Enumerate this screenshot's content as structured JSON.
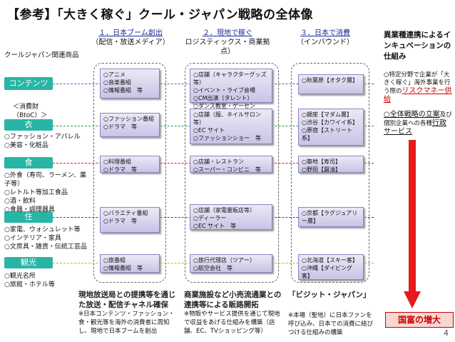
{
  "title": "【参考】「大きく稼ぐ」クール・ジャパン戦略の全体像",
  "columns": [
    {
      "head": "１．日本ブーム創出",
      "sub": "（配信・放送メディア）"
    },
    {
      "head": "２．現地で稼ぐ",
      "sub": "ロジスティックス・商業拠点）"
    },
    {
      "head": "３．日本で消費",
      "sub": "（インバウンド）"
    }
  ],
  "left_header": "クールジャパン関連商品",
  "consumer_label": "＜消費財（BtoC）＞",
  "categories": {
    "content": "コンテンツ",
    "clothing": "衣",
    "food": "食",
    "housing": "住",
    "tourism": "観光"
  },
  "sub_items": {
    "clothing": [
      "○ファッション・アパレル",
      "○美容・化粧品"
    ],
    "food": [
      "○外食（寿司、ラーメン、菓子等）",
      "○レトルト等加工食品",
      "○酒・飲料",
      "○食器・調理器具"
    ],
    "housing": [
      "○家電、ウォシュレット等",
      "○インテリア・家具",
      "○文房具・雑貨・伝統工芸品"
    ],
    "tourism": [
      "○観光名所",
      "○旅館・ホテル等"
    ]
  },
  "grid": {
    "content": [
      "○アニメ\n○音楽番組\n○情報番組　等",
      "○店舗（キャラクターグッズ等）\n○イベント・ライブ会場\n○CM出演（タレント）\n○ダンス教室・ゲーセン",
      "○秋葉原【オタク層】"
    ],
    "clothing": [
      "○ファッション番組\n○ドラマ　等",
      "○店舗（服、ネイルサロン等）\n○EC サイト\n○ファッションショー　等",
      "○銀座【マダム層】\n○渋谷【カワイイ系】\n○原宿【ストリート系】"
    ],
    "food": [
      "○料理番組\n○ドラマ　等",
      "○店舗・レストラン\n○スーパー・コンビニ　等",
      "○築地【寿司】\n○野田【醤油】"
    ],
    "housing": [
      "○バラエティ番組\n○ドラマ　等",
      "○店舗（家電量販店等）\n○ディーラー\n○EC サイト　等",
      "○京都【ラグジュアリー層】"
    ],
    "tourism": [
      "○旅番組\n○情報番組　等",
      "○旅行代理店（ツアー）\n○航空会社　等",
      "○北海道【スキー客】\n○沖縄【ダイビング客】"
    ]
  },
  "right_panel": {
    "heading": "異業種連携によるインキュベーションの仕組み",
    "p1_plain": "○特定分野で企業が「大きく稼ぐ」海外事業を行う際の",
    "p1_red": "リスクマネー供給",
    "p2_u1": "○全体戦略の立案",
    "p2_plain": "及び個別企業への各種",
    "p2_u2": "行政サービス"
  },
  "bottom": {
    "c1_main": "現地放送局との提携等を通じた放送・配信チャネル確保",
    "c1_small": "※日本コンテンツ・ファッション・食・観光等を海外の消費者に周知し、現地で日本ブームを創出",
    "c2_main": "商業施設など小売流通業との連携等による販路開拓",
    "c2_small": "※物販やサービス提供を通じて現地で収益をあげる仕組みを構築（店舗、EC、TVショッピング等）",
    "c3_main": "「ビジット・ジャパン」",
    "c3_small": "※本場（聖地）に日本ファンを呼び込み、日本での消費に結びつける仕組みの構築"
  },
  "wealth": "国富の増大",
  "page_number": "4",
  "colors": {
    "content": "#2e6fd6",
    "clothing": "#2a9c3a",
    "food": "#d02020",
    "housing": "#2e3fb0",
    "tourism": "#c8b800"
  }
}
